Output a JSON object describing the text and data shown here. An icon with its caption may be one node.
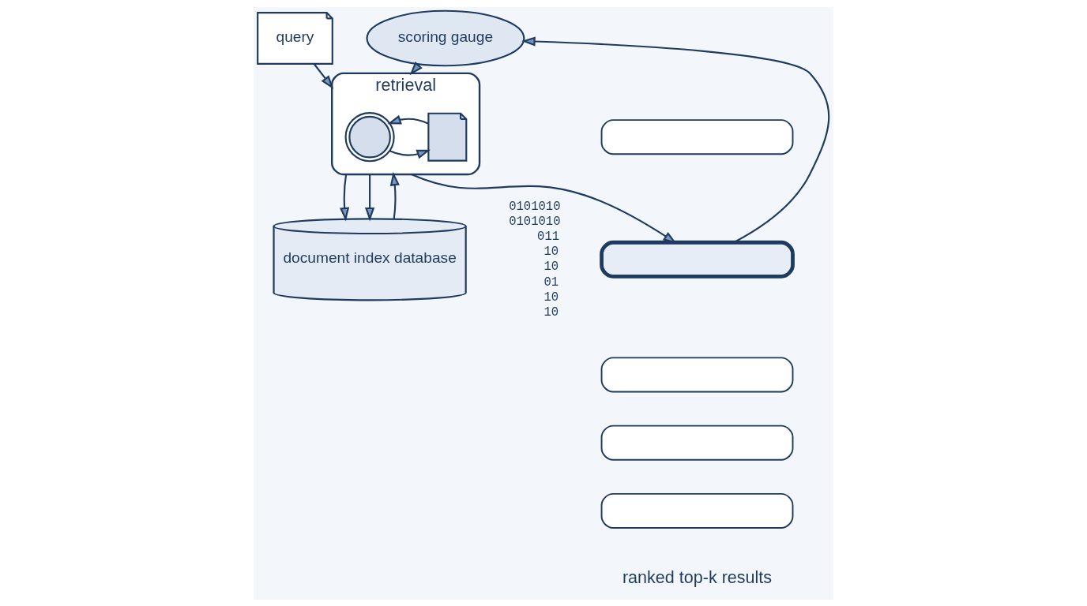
{
  "diagram": {
    "nodes": [
      {
        "text": [
          "query"
        ]
      },
      {
        "text": [
          "scoring gauge"
        ]
      },
      {
        "text": [
          "retrieval"
        ]
      },
      {
        "text": [],
        "shape": "picture",
        "in": 2
      },
      {
        "text": [],
        "shape": "picture",
        "in": 2
      },
      {
        "text": [
          "document index database"
        ]
      },
      {
        "text": [],
        "shape": "box"
      },
      {
        "text": [],
        "shape": "box"
      },
      {
        "text": [],
        "shape": "box"
      },
      {
        "text": [],
        "shape": "box"
      },
      {
        "text": [],
        "shape": "box"
      }
    ],
    "edges": [
      {
        "from": 0,
        "to": 2,
        "arrow": "to"
      },
      {
        "from": 3,
        "to": 4,
        "arrow": "to"
      },
      {
        "from": 4,
        "to": 3,
        "arrow": "to"
      },
      {
        "from": 2,
        "to": 5,
        "arrow": "to"
      },
      {
        "from": 2,
        "to": 5,
        "arrow": "to"
      },
      {
        "from": 5,
        "to": 2,
        "arrow": "to"
      },
      {
        "from": 2,
        "to": 7,
        "arrow": "to"
      },
      {
        "from": 7,
        "to": 1,
        "arrow": "to"
      },
      {
        "from": 1,
        "to": 2,
        "arrow": "to"
      }
    ],
    "labels": [
      "0101010",
      "0101010",
      "011",
      "10",
      "10",
      "01",
      "10",
      "10",
      "ranked top-k results"
    ]
  }
}
